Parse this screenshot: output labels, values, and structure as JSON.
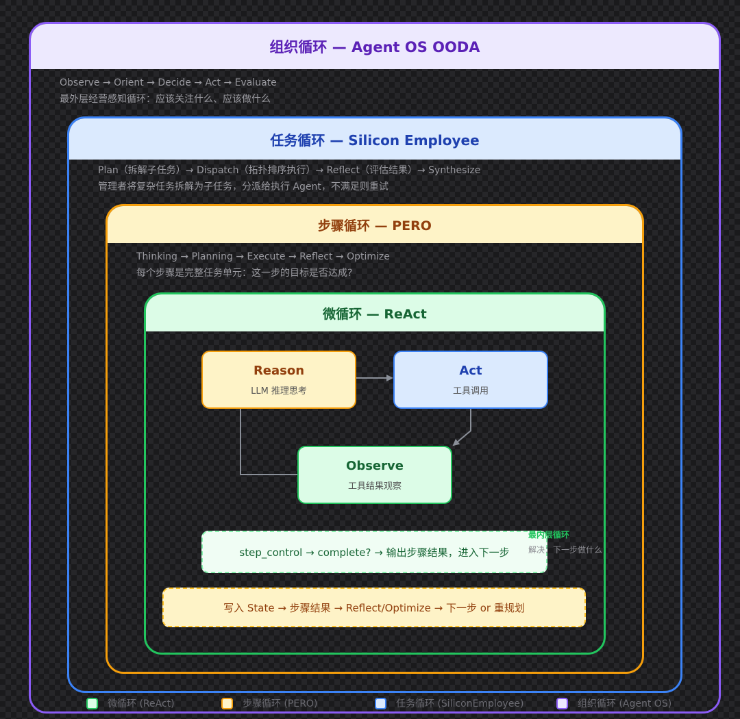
{
  "org_loop": {
    "title": "组织循环 — Agent OS OODA",
    "flow": "Observe → Orient → Decide → Act → Evaluate",
    "desc": "最外层经营感知循环：应该关注什么、应该做什么",
    "color": "#8b5cf6"
  },
  "task_loop": {
    "title": "任务循环 — Silicon Employee",
    "flow": "Plan（拆解子任务）→ Dispatch（拓扑排序执行）→ Reflect（评估结果）→ Synthesize",
    "desc": "管理者将复杂任务拆解为子任务，分派给执行 Agent，不满足则重试",
    "color": "#3b82f6"
  },
  "step_loop": {
    "title": "步骤循环 — PERO",
    "flow": "Thinking → Planning → Execute → Reflect → Optimize",
    "desc": "每个步骤是完整任务单元：这一步的目标是否达成?",
    "color": "#f59e0b"
  },
  "micro_loop": {
    "title": "微循环 — ReAct",
    "color": "#22c55e",
    "nodes": {
      "reason": {
        "title": "Reason",
        "sub": "LLM 推理思考"
      },
      "act": {
        "title": "Act",
        "sub": "工具调用"
      },
      "observe": {
        "title": "Observe",
        "sub": "工具结果观察"
      }
    },
    "step_control": "step_control → complete? → 输出步骤结果，进入下一步"
  },
  "state_flow": "写入 State → 步骤结果 → Reflect/Optimize → 下一步 or 重规划",
  "inner_note": {
    "title": "最内层循环",
    "text": "解决：下一步做什么"
  },
  "legend": [
    {
      "label": "微循环 (ReAct)",
      "color": "#22c55e"
    },
    {
      "label": "步骤循环 (PERO)",
      "color": "#f59e0b"
    },
    {
      "label": "任务循环 (SiliconEmployee)",
      "color": "#3b82f6"
    },
    {
      "label": "组织循环 (Agent OS)",
      "color": "#8b5cf6"
    }
  ]
}
